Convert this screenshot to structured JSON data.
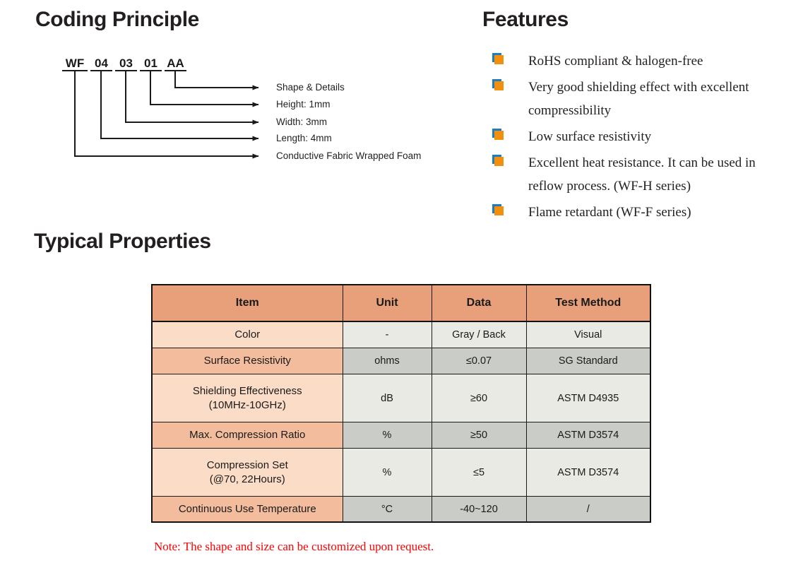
{
  "sections": {
    "coding": {
      "title": "Coding Principle"
    },
    "features": {
      "title": "Features"
    },
    "properties": {
      "title": "Typical Properties"
    }
  },
  "coding_diagram": {
    "code_tokens": [
      {
        "text": "WF"
      },
      {
        "text": "04"
      },
      {
        "text": "03"
      },
      {
        "text": "01"
      },
      {
        "text": "AA"
      }
    ],
    "callouts": [
      {
        "label": "Shape & Details"
      },
      {
        "label": "Height: 1mm"
      },
      {
        "label": "Width: 3mm"
      },
      {
        "label": "Length: 4mm"
      },
      {
        "label": "Conductive Fabric Wrapped Foam"
      }
    ]
  },
  "features": {
    "bullet_colors": {
      "front": "#f1900e",
      "back": "#1f7cc0"
    },
    "items": [
      {
        "text": "RoHS compliant & halogen-free"
      },
      {
        "text": "Very good shielding effect with excellent compressibility"
      },
      {
        "text": "Low surface resistivity"
      },
      {
        "text": "Excellent heat resistance. It can be used in reflow process. (WF-H series)"
      },
      {
        "text": "Flame retardant (WF-F series)"
      }
    ]
  },
  "properties_table": {
    "colors": {
      "header_bg": "#e8a07a",
      "item_light": "#fbdcc6",
      "item_dark": "#f3bc9c",
      "value_light": "#e9eae3",
      "value_dark": "#c9ccc7",
      "border": "#1a1a1a"
    },
    "headers": [
      "Item",
      "Unit",
      "Data",
      "Test Method"
    ],
    "rows": [
      {
        "item": "Color",
        "unit": "-",
        "data": "Gray / Back",
        "method": "Visual"
      },
      {
        "item": "Surface Resistivity",
        "unit": "ohms",
        "data": "≤0.07",
        "method": "SG Standard"
      },
      {
        "item": "Shielding Effectiveness\n(10MHz-10GHz)",
        "unit": "dB",
        "data": "≥60",
        "method": "ASTM D4935"
      },
      {
        "item": "Max. Compression Ratio",
        "unit": "%",
        "data": "≥50",
        "method": "ASTM D3574"
      },
      {
        "item": "Compression Set\n(@70, 22Hours)",
        "unit": "%",
        "data": "≤5",
        "method": "ASTM D3574"
      },
      {
        "item": "Continuous Use Temperature",
        "unit": "°C",
        "data": "-40~120",
        "method": "/"
      }
    ],
    "note": "Note: The shape and size can be customized upon request.",
    "note_color": "#ff0000"
  }
}
